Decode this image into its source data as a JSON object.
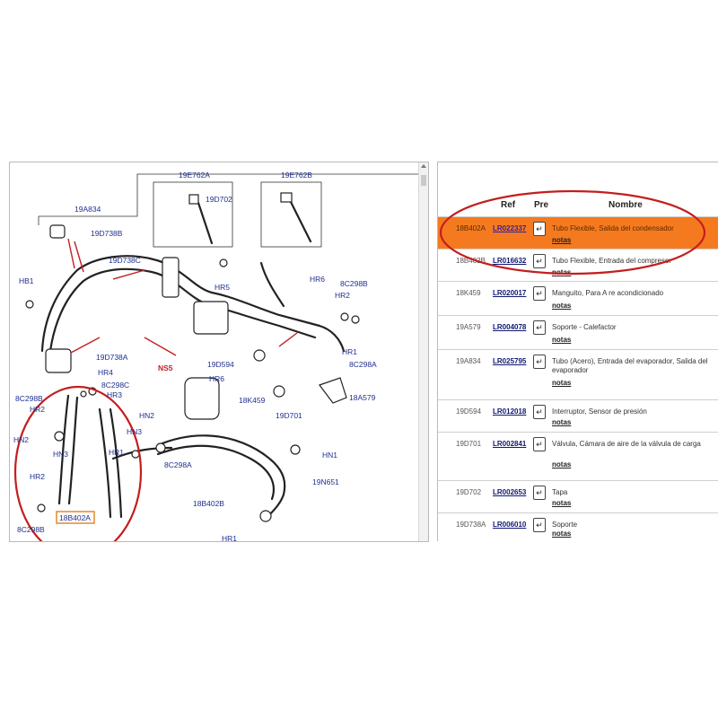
{
  "diagram": {
    "labels": {
      "l_19E762A": "19E762A",
      "l_19E762B": "19E762B",
      "l_19A834": "19A834",
      "l_19D702": "19D702",
      "l_19D738B": "19D738B",
      "l_19D738C": "19D738C",
      "l_HB1": "HB1",
      "l_8C298B_top": "8C298B",
      "l_HR2_top": "HR2",
      "l_HR5": "HR5",
      "l_HR6_top": "HR6",
      "l_19D738A": "19D738A",
      "l_HR4": "HR4",
      "l_NS5": "NS5",
      "l_HR1_top": "HR1",
      "l_8C298A_top": "8C298A",
      "l_19D594": "19D594",
      "l_HR6_mid": "HR6",
      "l_18K459": "18K459",
      "l_19D701": "19D701",
      "l_18A579": "18A579",
      "l_8C298C": "8C298C",
      "l_HR3": "HR3",
      "l_8C298B_mid": "8C298B",
      "l_HR2_mid": "HR2",
      "l_HN2_left": "HN2",
      "l_HN2_mid": "HN2",
      "l_HN3_top": "HN3",
      "l_HN3_low": "HN3",
      "l_HR1_low": "HR1",
      "l_8C298A_low": "8C298A",
      "l_HN1": "HN1",
      "l_HR2_low": "HR2",
      "l_19N651": "19N651",
      "l_18B402B": "18B402B",
      "l_18B402A": "18B402A",
      "l_8C298B_low": "8C298B",
      "l_HR1_bottom": "HR1"
    }
  },
  "parts_table": {
    "headers": {
      "ref": "Ref",
      "pre": "Pre",
      "nombre": "Nombre"
    },
    "rows": [
      {
        "code": "18B402A",
        "ref": "LR022337",
        "pre_icon": "document-icon",
        "name": "Tubo Flexible, Salida del condensador",
        "notas": "notas",
        "selected": true
      },
      {
        "code": "18B402B",
        "ref": "LR016632",
        "pre_icon": "document-icon",
        "name": "Tubo Flexible, Entrada del compresor",
        "notas": "notas",
        "selected": false
      },
      {
        "code": "18K459",
        "ref": "LR020017",
        "pre_icon": "document-icon",
        "name": "Manguito, Para A re acondicionado",
        "notas": "notas",
        "selected": false
      },
      {
        "code": "19A579",
        "ref": "LR004078",
        "pre_icon": "document-icon",
        "name": "Soporte - Calefactor",
        "notas": "notas",
        "selected": false
      },
      {
        "code": "19A834",
        "ref": "LR025795",
        "pre_icon": "document-icon",
        "name": "Tubo (Acero), Entrada del evaporador, Salida del evaporador",
        "notas": "notas",
        "selected": false
      },
      {
        "code": "19D594",
        "ref": "LR012018",
        "pre_icon": "document-icon",
        "name": "Interruptor, Sensor de presión",
        "notas": "notas",
        "selected": false
      },
      {
        "code": "19D701",
        "ref": "LR002841",
        "pre_icon": "document-icon",
        "name": "Válvula, Cámara de aire de la válvula de carga",
        "notas": "notas",
        "selected": false
      },
      {
        "code": "19D702",
        "ref": "LR002653",
        "pre_icon": "document-icon",
        "name": "Tapa",
        "notas": "notas",
        "selected": false
      },
      {
        "code": "19D738A",
        "ref": "LR006010",
        "pre_icon": "document-icon",
        "name": "Soporte",
        "notas": "notas",
        "selected": false
      }
    ]
  },
  "colors": {
    "highlight": "#f57a1f",
    "annotation_red": "#c41e1e",
    "label_blue": "#1f2f8f",
    "ref_link": "#101870",
    "box_orange": "#e08a2a"
  }
}
